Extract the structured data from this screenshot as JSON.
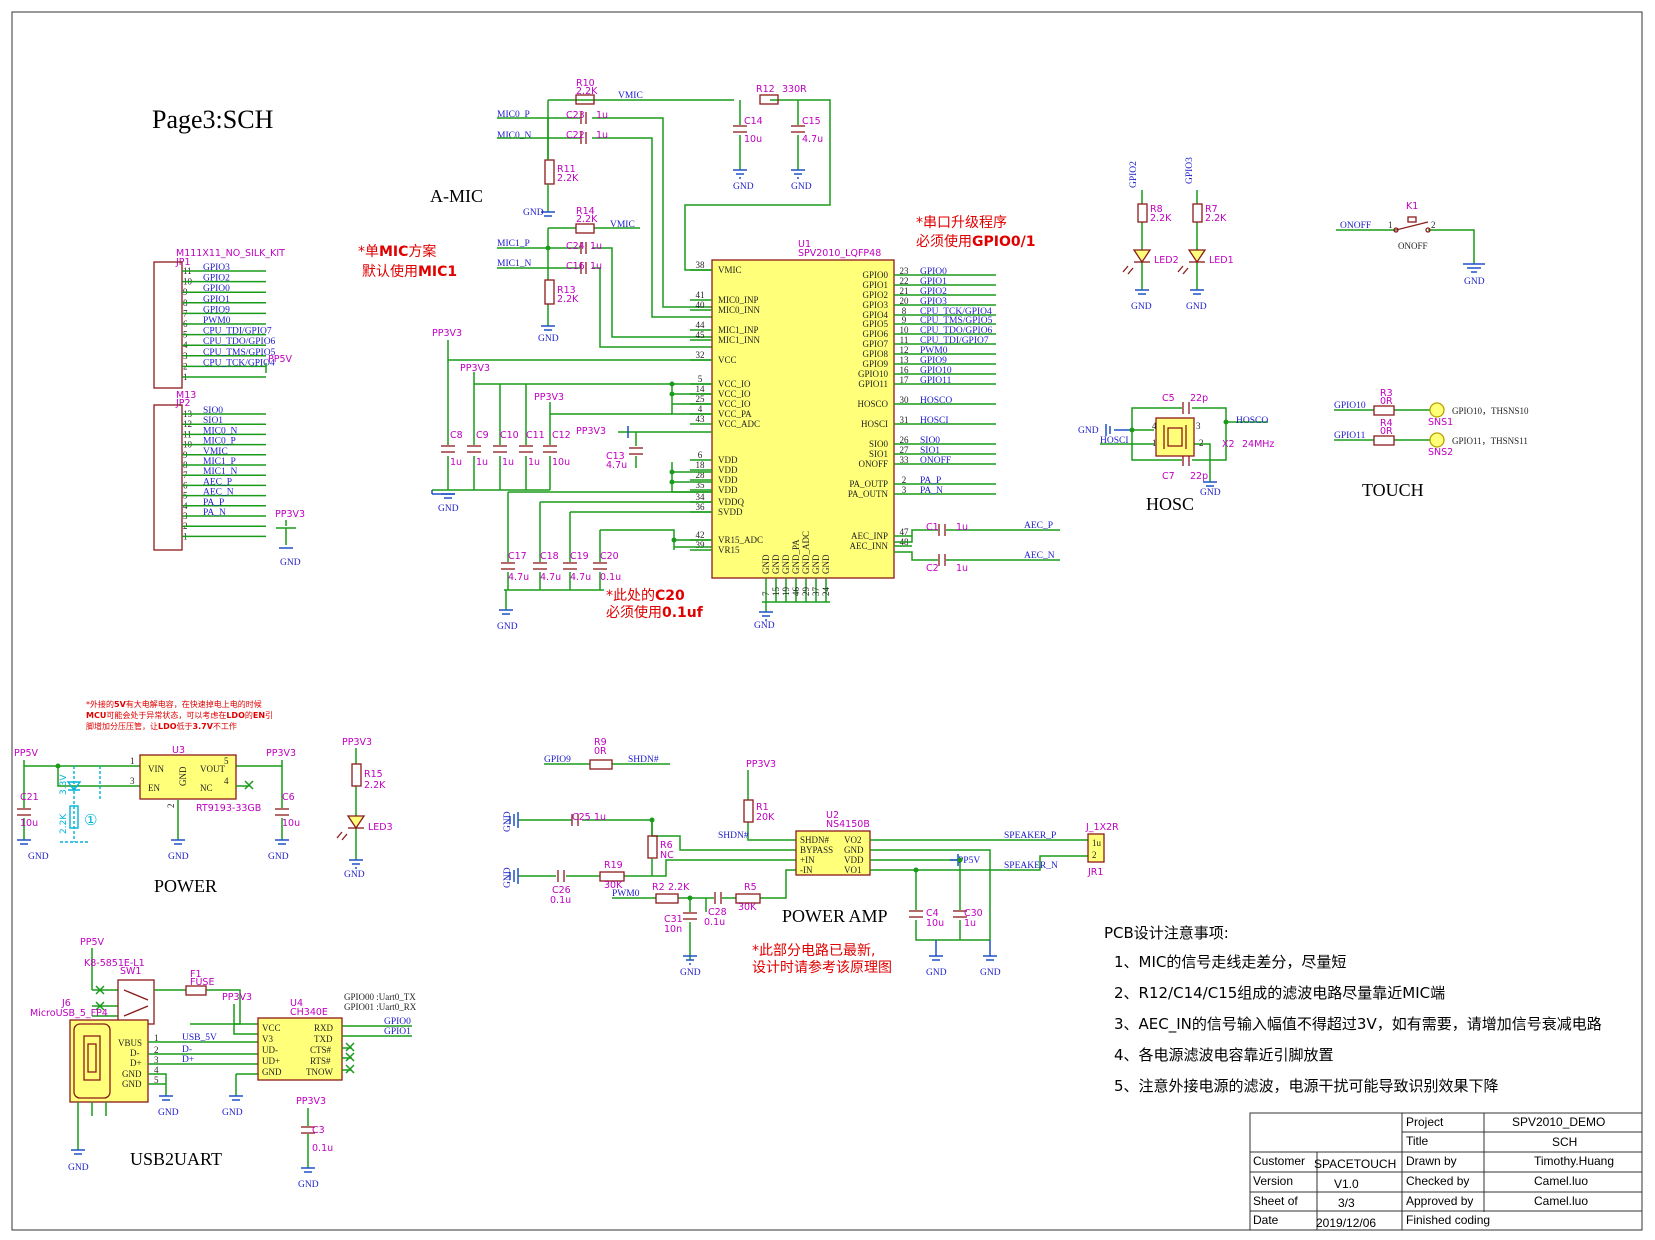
{
  "page_title": "Page3:SCH",
  "sections": {
    "amic": "A-MIC",
    "power": "POWER",
    "usb2uart": "USB2UART",
    "power_amp": "POWER AMP",
    "hosc": "HOSC",
    "touch": "TOUCH"
  },
  "notes_red": {
    "mic_a": "*单",
    "mic_b": "MIC",
    "mic_c": "方案",
    "mic_d": "默认使用",
    "mic_e": "MIC1",
    "uart_a": "*串口升级程序",
    "uart_b": "必须使用",
    "uart_c": "GPIO0/1",
    "c20_a": "*此处的",
    "c20_b": "C20",
    "c20_c": "必须使用",
    "c20_d": "0.1uf",
    "amp_a": "*此部分电路已最新,",
    "amp_b": "设计时请参考该原理图",
    "pw_1a": "*外接的",
    "pw_1b": "5V",
    "pw_1c": "有大电解电容，在快速掉电上电的时候",
    "pw_2a": "MCU",
    "pw_2b": "可能会处于异常状态，可以考虑在",
    "pw_2c": "LDO",
    "pw_2d": "的",
    "pw_2e": "EN",
    "pw_2f": "引",
    "pw_3a": "脚增加分压",
    "pw_3b": "压管，让",
    "pw_3c": "LDO",
    "pw_3d": "低于",
    "pw_3e": "3.7V",
    "pw_3f": "不工作"
  },
  "pcb_notes": {
    "heading": "PCB设计注意事项:",
    "items": [
      "1、MIC的信号走线走差分，尽量短",
      "2、R12/C14/C15组成的滤波电路尽量靠近MIC端",
      "3、AEC_IN的信号输入幅值不得超过3V，如有需要，请增加信号衰减电路",
      "4、各电源滤波电容靠近引脚放置",
      "5、注意外接电源的滤波，电源干扰可能导致识别效果下降"
    ]
  },
  "title_block": {
    "project_label": "Project",
    "project": "SPV2010_DEMO",
    "title_label": "Title",
    "title": "SCH",
    "customer_label": "Customer",
    "customer": "SPACETOUCH",
    "drawn_label": "Drawn by",
    "drawn": "Timothy.Huang",
    "version_label": "Version",
    "version": "V1.0",
    "checked_label": "Checked by",
    "checked": "Camel.luo",
    "sheet_label": "Sheet of",
    "sheet": "3/3",
    "approved_label": "Approved by",
    "approved": "Camel.luo",
    "date_label": "Date",
    "date": "2019/12/06",
    "finished": "Finished coding"
  },
  "u1": {
    "ref": "U1",
    "part": "SPV2010_LQFP48",
    "left_pins": [
      {
        "num": "38",
        "name": "VMIC"
      },
      {
        "num": "41",
        "name": "MIC0_INP"
      },
      {
        "num": "40",
        "name": "MIC0_INN"
      },
      {
        "num": "44",
        "name": "MIC1_INP"
      },
      {
        "num": "45",
        "name": "MIC1_INN"
      },
      {
        "num": "32",
        "name": "VCC"
      },
      {
        "num": "5",
        "name": "VCC_IO"
      },
      {
        "num": "14",
        "name": "VCC_IO"
      },
      {
        "num": "25",
        "name": "VCC_IO"
      },
      {
        "num": "4",
        "name": "VCC_PA"
      },
      {
        "num": "43",
        "name": "VCC_ADC"
      },
      {
        "num": "6",
        "name": "VDD"
      },
      {
        "num": "18",
        "name": "VDD"
      },
      {
        "num": "28",
        "name": "VDD"
      },
      {
        "num": "35",
        "name": "VDD"
      },
      {
        "num": "34",
        "name": "VDDQ"
      },
      {
        "num": "36",
        "name": "SVDD"
      },
      {
        "num": "42",
        "name": "VR15_ADC"
      },
      {
        "num": "39",
        "name": "VR15"
      }
    ],
    "right_pins": [
      {
        "num": "23",
        "name": "GPIO0",
        "net": "GPIO0"
      },
      {
        "num": "22",
        "name": "GPIO1",
        "net": "GPIO1"
      },
      {
        "num": "21",
        "name": "GPIO2",
        "net": "GPIO2"
      },
      {
        "num": "20",
        "name": "GPIO3",
        "net": "GPIO3"
      },
      {
        "num": "8",
        "name": "GPIO4",
        "net": "CPU_TCK/GPIO4"
      },
      {
        "num": "9",
        "name": "GPIO5",
        "net": "CPU_TMS/GPIO5"
      },
      {
        "num": "10",
        "name": "GPIO6",
        "net": "CPU_TDO/GPIO6"
      },
      {
        "num": "11",
        "name": "GPIO7",
        "net": "CPU_TDI/GPIO7"
      },
      {
        "num": "12",
        "name": "GPIO8",
        "net": "PWM0"
      },
      {
        "num": "13",
        "name": "GPIO9",
        "net": "GPIO9"
      },
      {
        "num": "16",
        "name": "GPIO10",
        "net": "GPIO10"
      },
      {
        "num": "17",
        "name": "GPIO11",
        "net": "GPIO11"
      },
      {
        "num": "30",
        "name": "HOSCO",
        "net": "HOSCO"
      },
      {
        "num": "31",
        "name": "HOSCI",
        "net": "HOSCI"
      },
      {
        "num": "26",
        "name": "SIO0",
        "net": "SIO0"
      },
      {
        "num": "27",
        "name": "SIO1",
        "net": "SIO1"
      },
      {
        "num": "33",
        "name": "ONOFF",
        "net": "ONOFF"
      },
      {
        "num": "2",
        "name": "PA_OUTP",
        "net": "PA_P"
      },
      {
        "num": "3",
        "name": "PA_OUTN",
        "net": "PA_N"
      },
      {
        "num": "47",
        "name": "AEC_INP"
      },
      {
        "num": "48",
        "name": "AEC_INN"
      }
    ],
    "bottom_pins": [
      "GND",
      "GND",
      "GND",
      "GND_PA",
      "GND_ADC",
      "GND",
      "GND"
    ],
    "bottom_nums": [
      "7",
      "15",
      "19",
      "46",
      "29",
      "37",
      "24"
    ]
  },
  "jp1": {
    "ref": "JP1",
    "part": "M111X11_NO_SILK_KIT",
    "nums": [
      "11",
      "10",
      "9",
      "8",
      "7",
      "6",
      "5",
      "4",
      "3",
      "2",
      "1"
    ],
    "nets": [
      "GPIO3",
      "GPIO2",
      "GPIO0",
      "GPIO1",
      "GPIO9",
      "PWM0",
      "CPU_TDI/GPIO7",
      "CPU_TDO/GPIO6",
      "CPU_TMS/GPIO5",
      "CPU_TCK/GPIO4",
      ""
    ],
    "pwr": "PP5V"
  },
  "jp2": {
    "ref": "JP2",
    "part": "M13",
    "nums": [
      "13",
      "12",
      "11",
      "10",
      "9",
      "8",
      "7",
      "6",
      "5",
      "4",
      "3",
      "2",
      "1"
    ],
    "nets": [
      "SIO0",
      "SIO1",
      "MIC0_N",
      "MIC0_P",
      "VMIC",
      "MIC1_P",
      "MIC1_N",
      "AEC_P",
      "AEC_N",
      "PA_P",
      "PA_N",
      "",
      ""
    ],
    "pwr": "PP3V3",
    "gnd": "GND"
  },
  "amic": {
    "r10": [
      "R10",
      "2.2K"
    ],
    "r11": [
      "R11",
      "2.2K"
    ],
    "r12": [
      "R12",
      "330R"
    ],
    "r13": [
      "R13",
      "2.2K"
    ],
    "r14": [
      "R14",
      "2.2K"
    ],
    "c22": [
      "C22",
      "1u"
    ],
    "c23": [
      "C23",
      "1u"
    ],
    "c24": [
      "C24",
      "1u"
    ],
    "c16": [
      "C16",
      "1u"
    ],
    "c14": [
      "C14",
      "10u"
    ],
    "c15": [
      "C15",
      "4.7u"
    ],
    "vmic": "VMIC",
    "mic0p": "MIC0_P",
    "mic0n": "MIC0_N",
    "mic1p": "MIC1_P",
    "mic1n": "MIC1_N",
    "gnd": "GND"
  },
  "caps": {
    "c8": [
      "C8",
      "1u"
    ],
    "c9": [
      "C9",
      "1u"
    ],
    "c10": [
      "C10",
      "1u"
    ],
    "c11": [
      "C11",
      "1u"
    ],
    "c12": [
      "C12",
      "10u"
    ],
    "c13": [
      "C13",
      "4.7u"
    ],
    "c17": [
      "C17",
      "4.7u"
    ],
    "c18": [
      "C18",
      "4.7u"
    ],
    "c19": [
      "C19",
      "4.7u"
    ],
    "c20": [
      "C20",
      "0.1u"
    ],
    "c1": [
      "C1",
      "1u"
    ],
    "c2": [
      "C2",
      "1u"
    ],
    "aec_p": "AEC_P",
    "aec_n": "AEC_N",
    "pp3v3": "PP3V3",
    "gnd": "GND"
  },
  "leds": {
    "gpio2": "GPIO2",
    "gpio3": "GPIO3",
    "r8": [
      "R8",
      "2.2K"
    ],
    "r7": [
      "R7",
      "2.2K"
    ],
    "led2": "LED2",
    "led1": "LED1"
  },
  "onoff": {
    "net": "ONOFF",
    "ref": "K1",
    "label": "ONOFF",
    "p1": "1",
    "p2": "2"
  },
  "hosc": {
    "c5": [
      "C5",
      "22p"
    ],
    "c7": [
      "C7",
      "22p"
    ],
    "x2": [
      "X2",
      "24MHz"
    ],
    "hosco": "HOSCO",
    "hosci": "HOSCI",
    "p1": "1",
    "p2": "2",
    "p3": "3",
    "p4": "4"
  },
  "touch": {
    "gpio10": "GPIO10",
    "gpio11": "GPIO11",
    "r3": [
      "R3",
      "0R"
    ],
    "r4": [
      "R4",
      "0R"
    ],
    "sns1": "SNS1",
    "sns2": "SNS2",
    "l1": "GPIO10，THSNS10",
    "l2": "GPIO11，THSNS11"
  },
  "power": {
    "pp5v": "PP5V",
    "pp3v3": "PP3V3",
    "u3": "U3",
    "u3part": "RT9193-33GB",
    "vin": "VIN",
    "en": "EN",
    "vout": "VOUT",
    "nc": "NC",
    "gndp": "GND",
    "c21": [
      "C21",
      "10u"
    ],
    "c6": [
      "C6",
      "10u"
    ],
    "r15": [
      "R15",
      "2.2K"
    ],
    "led3": "LED3",
    "z33": "3.3V",
    "z22": "2.2K",
    "circled": "①",
    "pin1": "1",
    "pin3": "3",
    "pin5": "5",
    "pin4": "4",
    "pin2": "2"
  },
  "amp": {
    "gpio9": "GPIO9",
    "r9": [
      "R9",
      "0R"
    ],
    "shdn": "SHDN#",
    "r1": [
      "R1",
      "20K"
    ],
    "r6": [
      "R6",
      "NC"
    ],
    "r19": [
      "R19",
      "30K"
    ],
    "r2": [
      "R2",
      "2.2K"
    ],
    "r5": [
      "R5",
      "30K"
    ],
    "c25": [
      "C25",
      "1u"
    ],
    "c26": [
      "C26",
      "0.1u"
    ],
    "c31": [
      "C31",
      "10n"
    ],
    "c28": [
      "C28",
      "0.1u"
    ],
    "c4": [
      "C4",
      "10u"
    ],
    "c30": [
      "C30",
      "1u"
    ],
    "pwm0": "PWM0",
    "u2": "U2",
    "u2part": "NS4150B",
    "l1": "SHDN#",
    "l2": "BYPASS",
    "l3": "+IN",
    "l4": "-IN",
    "r1p": "VO2",
    "r2p": "GND",
    "r3p": "VDD",
    "r4p": "VO1",
    "spk_p": "SPEAKER_P",
    "spk_n": "SPEAKER_N",
    "jr1": "JR1",
    "jhdr": "J_1X2R",
    "pp5v": "PP5V",
    "pp3v3": "PP3V3"
  },
  "usb": {
    "pp5v": "PP5V",
    "sw1": "SW1",
    "swpart": "K8-5851E-L1",
    "f1": "F1",
    "fuse": "FUSE",
    "j6": "J6",
    "j6part": "MicroUSB_5_FP4",
    "vbus": "VBUS",
    "dm": "D-",
    "dp": "D+",
    "gnd": "GND",
    "usb5v": "USB_5V",
    "u4": "U4",
    "u4part": "CH340E",
    "vcc": "VCC",
    "v3": "V3",
    "udm": "UD-",
    "udp": "UD+",
    "rxd": "RXD",
    "txd": "TXD",
    "cts": "CTS#",
    "rts": "RTS#",
    "tnow": "TNOW",
    "gpio00": "GPIO00 :Uart0_TX",
    "gpio01": "GPIO01 :Uart0_RX",
    "g0": "GPIO0",
    "g1": "GPIO1",
    "pp3v3": "PP3V3",
    "c3": [
      "C3",
      "0.1u"
    ]
  }
}
